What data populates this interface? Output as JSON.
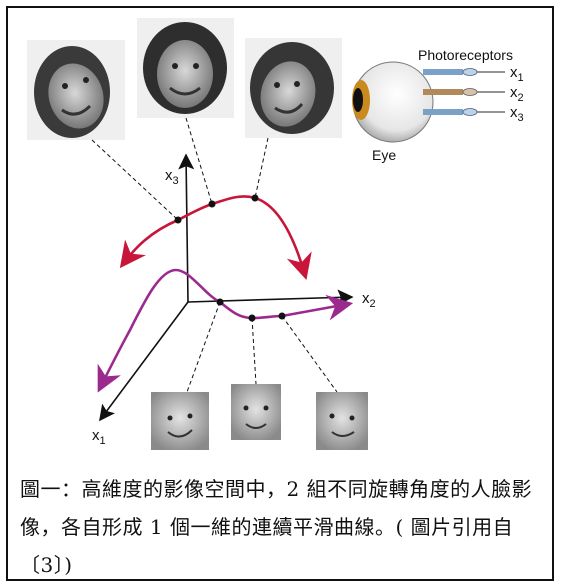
{
  "labels": {
    "photoreceptors": "Photoreceptors",
    "eye": "Eye",
    "r1": "x",
    "r1_sub": "1",
    "r2": "x",
    "r2_sub": "2",
    "r3": "x",
    "r3_sub": "3",
    "axis_x1": "x",
    "axis_x1_sub": "1",
    "axis_x2": "x",
    "axis_x2_sub": "2",
    "axis_x3": "x",
    "axis_x3_sub": "3"
  },
  "caption": "圖一：高維度的影像空間中，2 組不同旋轉角度的人臉影像，各自形成 1 個一維的連續平滑曲線。( 圖片引用自〔3〕)",
  "colors": {
    "red_curve": "#c8153a",
    "purple_curve": "#9b2a8f",
    "iris": "#c98a1e",
    "receptor": "#8a6a5a"
  }
}
